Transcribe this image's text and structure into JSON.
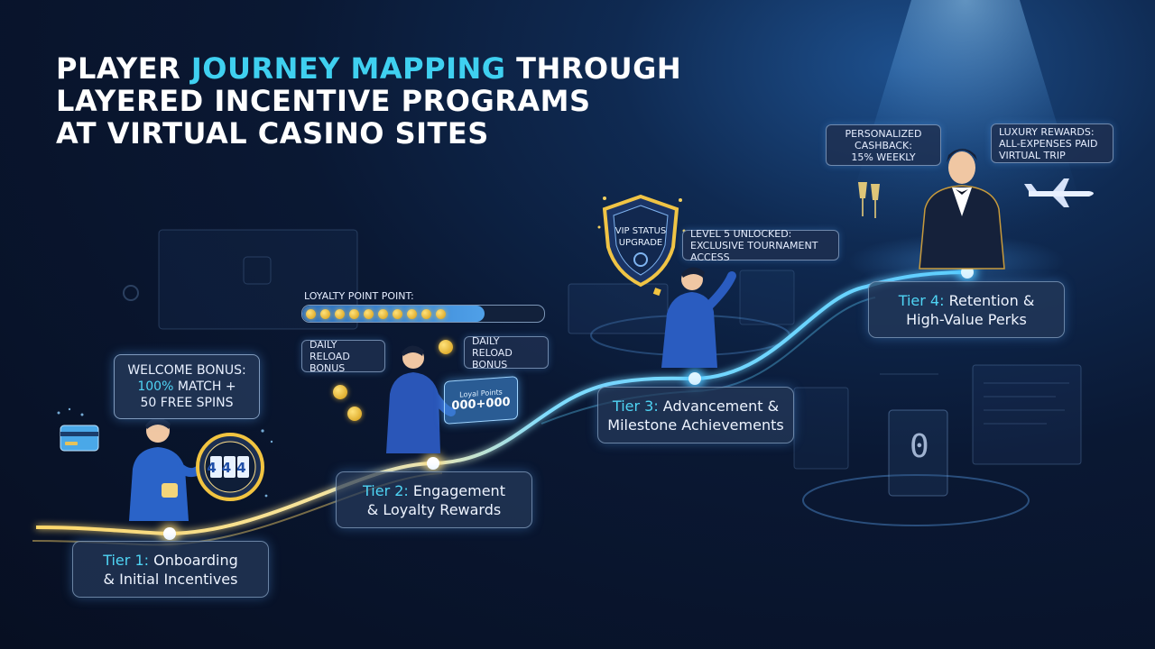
{
  "title": {
    "prefix": "PLAYER ",
    "accent": "JOURNEY MAPPING",
    "line1_suffix": " THROUGH",
    "line2": "LAYERED INCENTIVE PROGRAMS",
    "line3": "AT VIRTUAL CASINO SITES"
  },
  "tiers": [
    {
      "label": "Tier 1:",
      "line1": " Onboarding",
      "line2": "& Initial Incentives"
    },
    {
      "label": "Tier 2:",
      "line1": " Engagement",
      "line2": "& Loyalty Rewards"
    },
    {
      "label": "Tier 3:",
      "line1": " Advancement &",
      "line2": "Milestone Achievements"
    },
    {
      "label": "Tier 4:",
      "line1": " Retention &",
      "line2": "High-Value Perks"
    }
  ],
  "callouts": {
    "welcome": {
      "line1": "WELCOME BONUS:",
      "accent": "100%",
      "line2_rest": " MATCH +",
      "line3": "50 FREE SPINS"
    },
    "loyalty_label": "LOYALTY POINT POINT:",
    "daily_reload_left": {
      "line1": "DAILY RELOAD",
      "line2": "BONUS"
    },
    "daily_reload_right": {
      "line1": "DAILY RELOAD",
      "line2": "BONUS"
    },
    "card_balance": {
      "line1": "Loyal Points",
      "line2": "000+000"
    },
    "vip_shield": {
      "line1": "VIP STATUS",
      "line2": "UPGRADE"
    },
    "level_unlocked": {
      "line1": "LEVEL 5 UNLOCKED:",
      "line2": "EXCLUSIVE TOURNAMENT ACCESS"
    },
    "cashback": {
      "line1": "PERSONALIZED",
      "line2": "CASHBACK:",
      "line3": "15% WEEKLY"
    },
    "luxury": {
      "line1": "LUXURY REWARDS:",
      "line2": "ALL-EXPENSES PAID",
      "line3": "VIRTUAL TRIP"
    }
  },
  "decor": {
    "slot_symbols": "444",
    "tablet_symbol": "0",
    "icons": [
      "slot-machine-icon",
      "credit-card-icon",
      "shield-icon",
      "coin-icon",
      "champagne-icon",
      "airplane-icon"
    ]
  },
  "colors": {
    "accent": "#3fd0f0",
    "path_gold": "#ffd86a",
    "path_blue": "#5fd0ff",
    "background": "#0a1833"
  }
}
